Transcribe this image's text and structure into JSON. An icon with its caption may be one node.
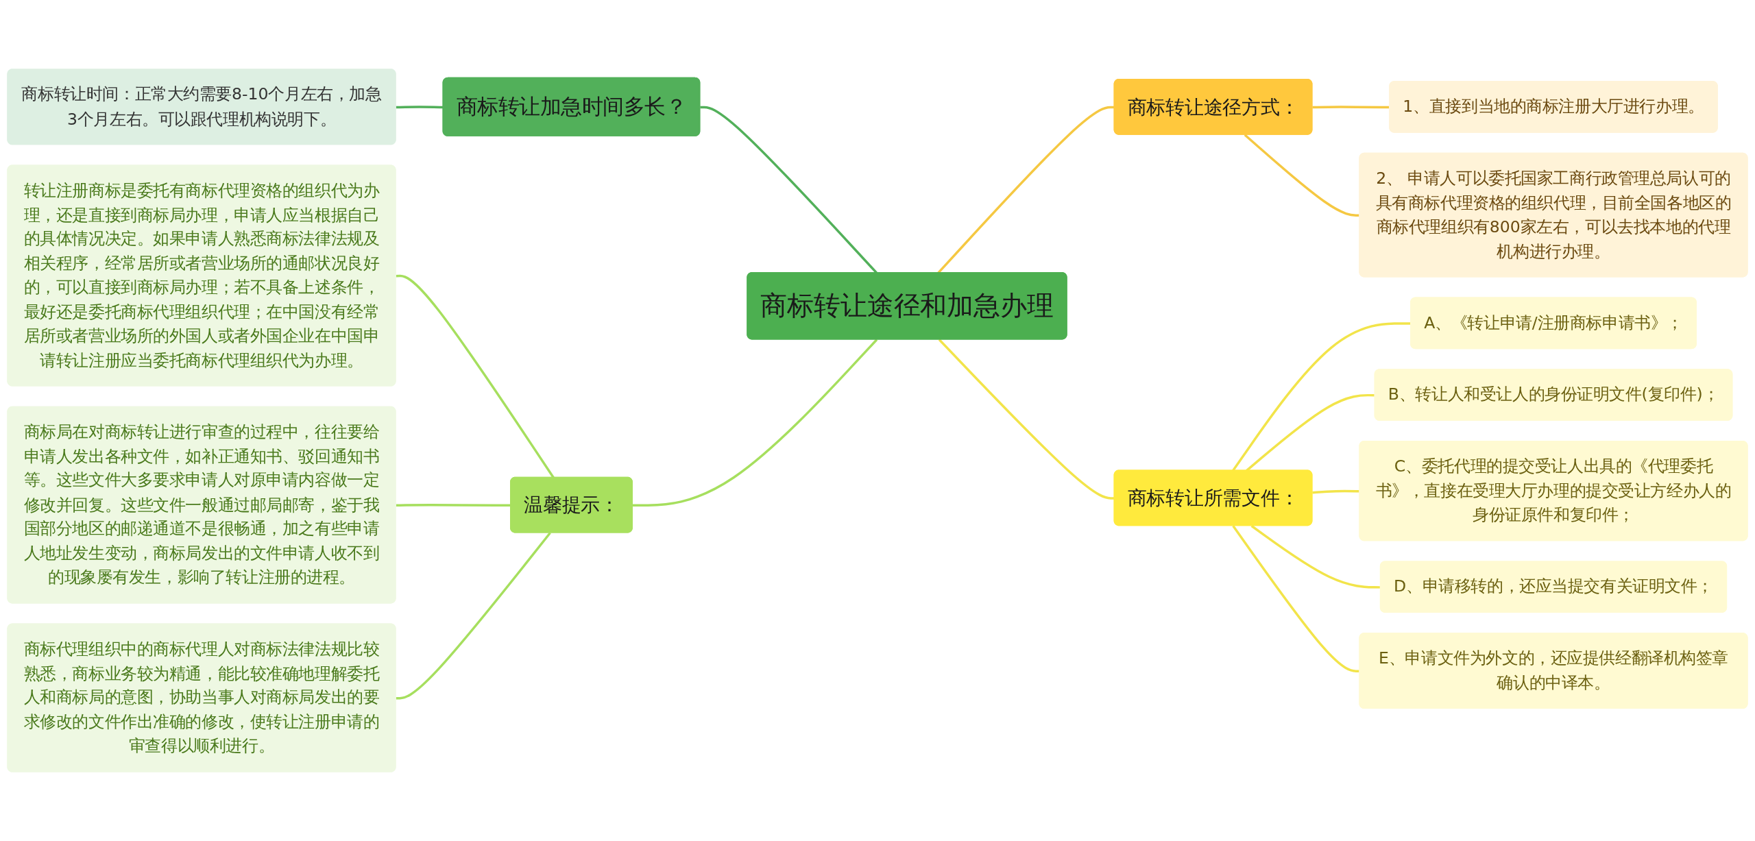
{
  "diagram": {
    "nodes": [
      {
        "text": [
          "商标转让途径和加急办理"
        ]
      },
      {
        "text": [
          "商标转让加急时间多长？"
        ]
      },
      {
        "text": [
          "商标转让时间：正常大约需要8-10个月左右，加急3个月左右。可以跟代理机构说明下。"
        ]
      },
      {
        "text": [
          "温馨提示："
        ]
      },
      {
        "text": [
          "转让注册商标是委托有商标代理资格的组织代为办理，还是直接到商标局办理，申请人应当根据自己的具体情况决定。如果申请人熟悉商标法律法规及相关程序，经常居所或者营业场所的通邮状况良好的，可以直接到商标局办理；若不具备上述条件，最好还是委托商标代理组织代理；在中国没有经常居所或者营业场所的外国人或者外国企业在中国申请转让注册应当委托商标代理组织代为办理。"
        ]
      },
      {
        "text": [
          "商标局在对商标转让进行审查的过程中，往往要给申请人发出各种文件，如补正通知书、驳回通知书等。这些文件大多要求申请人对原申请内容做一定修改并回复。这些文件一般通过邮局邮寄，鉴于我国部分地区的邮递通道不是很畅通，加之有些申请人地址发生变动，商标局发出的文件申请人收不到的现象屡有发生，影响了转让注册的进程。"
        ]
      },
      {
        "text": [
          "商标代理组织中的商标代理人对商标法律法规比较熟悉，商标业务较为精通，能比较准确地理解委托人和商标局的意图，协助当事人对商标局发出的要求修改的文件作出准确的修改，使转让注册申请的审查得以顺利进行。"
        ]
      },
      {
        "text": [
          "商标转让途径方式："
        ]
      },
      {
        "text": [
          "1、直接到当地的商标注册大厅进行办理。"
        ]
      },
      {
        "text": [
          "2、 申请人可以委托国家工商行政管理总局认可的具有商标代理资格的组织代理，目前全国各地区的商标代理组织有800家左右，可以去找本地的代理机构进行办理。"
        ]
      },
      {
        "text": [
          "商标转让所需文件："
        ]
      },
      {
        "text": [
          "A、《转让申请/注册商标申请书》；"
        ]
      },
      {
        "text": [
          "B、转让人和受让人的身份证明文件(复印件)；"
        ]
      },
      {
        "text": [
          "C、委托代理的提交受让人出具的《代理委托书》，直接在受理大厅办理的提交受让方经办人的身份证原件和复印件；"
        ]
      },
      {
        "text": [
          "D、申请移转的，还应当提交有关证明文件；"
        ]
      },
      {
        "text": [
          "E、申请文件为外文的，还应提供经翻译机构签章确认的中译本。"
        ]
      }
    ],
    "edges": [
      {
        "from": 0,
        "to": 1,
        "arrow": "none",
        "color": "#52b05a"
      },
      {
        "from": 1,
        "to": 2,
        "arrow": "none",
        "color": "#52b05a"
      },
      {
        "from": 0,
        "to": 3,
        "arrow": "none",
        "color": "#a6df5e"
      },
      {
        "from": 3,
        "to": 4,
        "arrow": "none",
        "color": "#a6df5e"
      },
      {
        "from": 3,
        "to": 5,
        "arrow": "none",
        "color": "#a6df5e"
      },
      {
        "from": 3,
        "to": 6,
        "arrow": "none",
        "color": "#a6df5e"
      },
      {
        "from": 0,
        "to": 7,
        "arrow": "none",
        "color": "#f5c842"
      },
      {
        "from": 7,
        "to": 8,
        "arrow": "none",
        "color": "#f5c842"
      },
      {
        "from": 7,
        "to": 9,
        "arrow": "none",
        "color": "#f5c842"
      },
      {
        "from": 0,
        "to": 10,
        "arrow": "none",
        "color": "#f2e44a"
      },
      {
        "from": 10,
        "to": 11,
        "arrow": "none",
        "color": "#f2e44a"
      },
      {
        "from": 10,
        "to": 12,
        "arrow": "none",
        "color": "#f2e44a"
      },
      {
        "from": 10,
        "to": 13,
        "arrow": "none",
        "color": "#f2e44a"
      },
      {
        "from": 10,
        "to": 14,
        "arrow": "none",
        "color": "#f2e44a"
      },
      {
        "from": 10,
        "to": 15,
        "arrow": "none",
        "color": "#f2e44a"
      }
    ]
  }
}
